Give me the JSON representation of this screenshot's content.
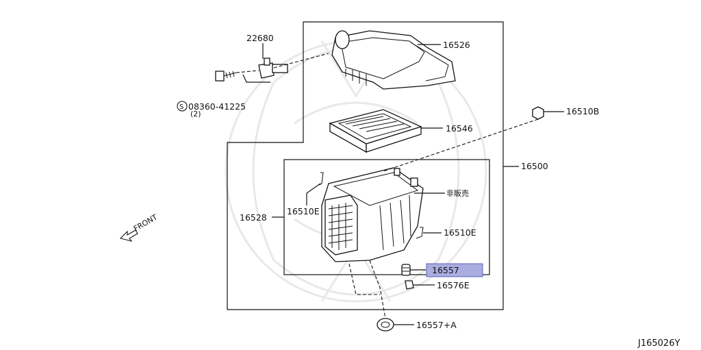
{
  "parts": {
    "p22680": "22680",
    "p16526": "16526",
    "p08360": "08360-41225",
    "p08360_qty": "(2)",
    "p16546": "16546",
    "p16510B": "16510B",
    "p16500": "16500",
    "p16528": "16528",
    "p16510E_left": "16510E",
    "not_for_sale": "非販売",
    "p16510E_right": "16510E",
    "p16557": "16557",
    "p16576E": "16576E",
    "p16557A": "16557+A"
  },
  "front_label": "FRONT",
  "diagram_code": "J165026Y",
  "colors": {
    "highlight_fill": "#a9addf",
    "highlight_border": "#5b60b8",
    "ink": "#111111",
    "watermark": "#e6e6e6"
  }
}
